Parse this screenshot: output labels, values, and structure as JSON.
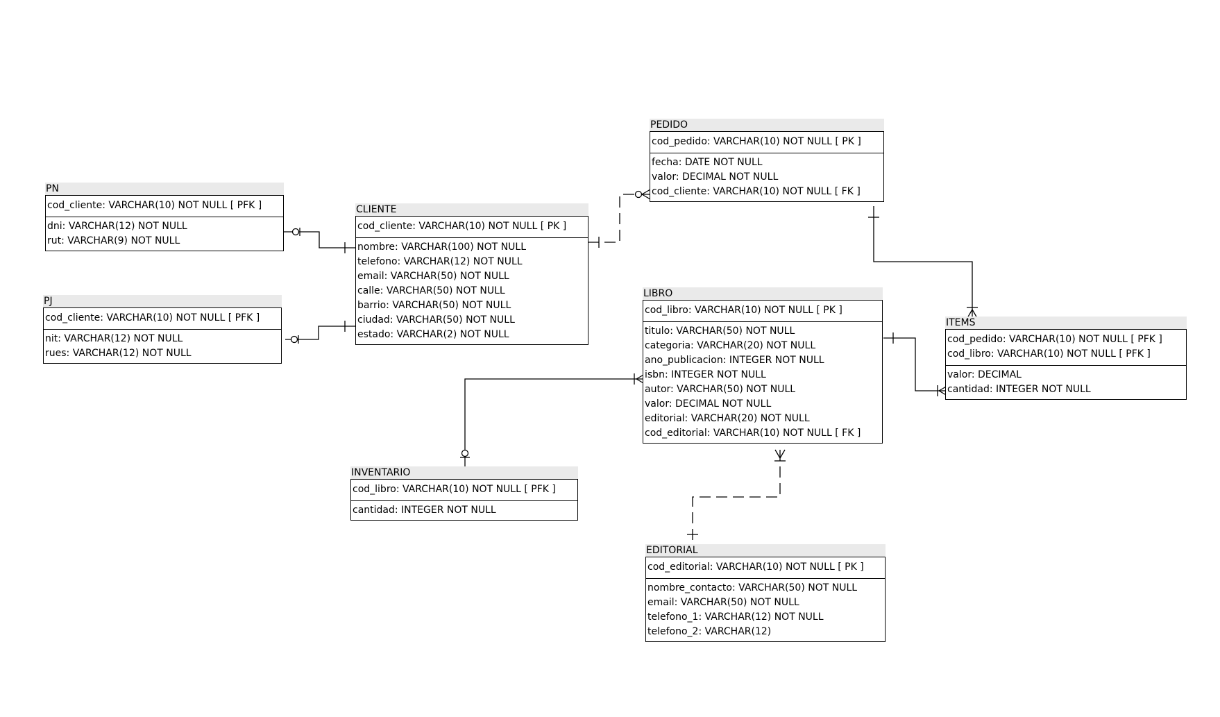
{
  "entities": {
    "pn": {
      "name": "PN",
      "keys": [
        "cod_cliente: VARCHAR(10)   NOT NULL  [ PFK ]"
      ],
      "attributes": [
        "dni: VARCHAR(12)   NOT NULL",
        "rut: VARCHAR(9)   NOT NULL"
      ]
    },
    "pj": {
      "name": "PJ",
      "keys": [
        "cod_cliente: VARCHAR(10)   NOT NULL  [ PFK ]"
      ],
      "attributes": [
        "nit: VARCHAR(12)   NOT NULL",
        "rues: VARCHAR(12)   NOT NULL"
      ]
    },
    "cliente": {
      "name": "CLIENTE",
      "keys": [
        "cod_cliente: VARCHAR(10)   NOT NULL  [ PK ]"
      ],
      "attributes": [
        "nombre: VARCHAR(100)   NOT NULL",
        "telefono: VARCHAR(12)   NOT NULL",
        "email: VARCHAR(50)   NOT NULL",
        "calle: VARCHAR(50)   NOT NULL",
        "barrio: VARCHAR(50)   NOT NULL",
        "ciudad: VARCHAR(50)   NOT NULL",
        "estado: VARCHAR(2)   NOT NULL"
      ]
    },
    "pedido": {
      "name": "PEDIDO",
      "keys": [
        "cod_pedido: VARCHAR(10)   NOT NULL  [ PK ]"
      ],
      "attributes": [
        "fecha: DATE   NOT NULL",
        "valor: DECIMAL   NOT NULL",
        "cod_cliente: VARCHAR(10)   NOT NULL  [ FK ]"
      ]
    },
    "libro": {
      "name": "LIBRO",
      "keys": [
        "cod_libro: VARCHAR(10)   NOT NULL  [ PK ]"
      ],
      "attributes": [
        "titulo: VARCHAR(50)   NOT NULL",
        "categoria: VARCHAR(20)   NOT NULL",
        "ano_publicacion: INTEGER   NOT NULL",
        "isbn: INTEGER   NOT NULL",
        "autor: VARCHAR(50)   NOT NULL",
        "valor: DECIMAL   NOT NULL",
        "editorial: VARCHAR(20)   NOT NULL",
        "cod_editorial: VARCHAR(10)   NOT NULL  [ FK ]"
      ]
    },
    "items": {
      "name": "ITEMS",
      "keys": [
        "cod_pedido: VARCHAR(10)   NOT NULL  [ PFK ]",
        "cod_libro: VARCHAR(10)   NOT NULL  [ PFK ]"
      ],
      "attributes": [
        "valor: DECIMAL",
        "cantidad: INTEGER   NOT NULL"
      ]
    },
    "inventario": {
      "name": "INVENTARIO",
      "keys": [
        "cod_libro: VARCHAR(10)   NOT NULL  [ PFK ]"
      ],
      "attributes": [
        "cantidad: INTEGER   NOT NULL"
      ]
    },
    "editorial": {
      "name": "EDITORIAL",
      "keys": [
        "cod_editorial: VARCHAR(10)   NOT NULL  [ PK ]"
      ],
      "attributes": [
        "nombre_contacto: VARCHAR(50)   NOT NULL",
        "email: VARCHAR(50)   NOT NULL",
        "telefono_1: VARCHAR(12)   NOT NULL",
        "telefono_2: VARCHAR(12)"
      ]
    }
  },
  "relationships": [
    {
      "from": "PN",
      "to": "CLIENTE",
      "style": "solid",
      "from_end": "zero-or-one",
      "to_end": "one"
    },
    {
      "from": "PJ",
      "to": "CLIENTE",
      "style": "solid",
      "from_end": "zero-or-one",
      "to_end": "one"
    },
    {
      "from": "CLIENTE",
      "to": "PEDIDO",
      "style": "dashed",
      "from_end": "one",
      "to_end": "zero-or-many"
    },
    {
      "from": "PEDIDO",
      "to": "ITEMS",
      "style": "solid",
      "from_end": "one",
      "to_end": "one-or-many"
    },
    {
      "from": "LIBRO",
      "to": "ITEMS",
      "style": "solid",
      "from_end": "one",
      "to_end": "one-or-many"
    },
    {
      "from": "LIBRO",
      "to": "INVENTARIO",
      "style": "solid",
      "from_end": "one-or-many",
      "to_end": "zero-or-one"
    },
    {
      "from": "EDITORIAL",
      "to": "LIBRO",
      "style": "dashed",
      "from_end": "one",
      "to_end": "one-or-many"
    }
  ]
}
